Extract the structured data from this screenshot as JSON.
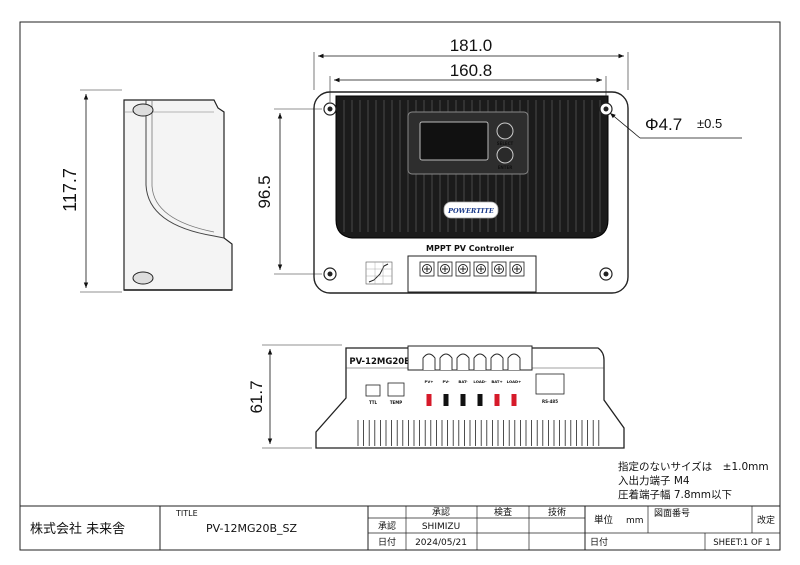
{
  "dimensions": {
    "overall_width": "181.0",
    "hole_pitch_width": "160.8",
    "hole_diameter": "Φ4.7",
    "hole_tolerance": "±0.5",
    "overall_height": "117.7",
    "hole_pitch_height": "96.5",
    "side_height": "61.7"
  },
  "front_view": {
    "brand": "POWERTITE",
    "panel_label": "MPPT PV Controller",
    "button_top": "SELECT",
    "button_bottom": "ENTER"
  },
  "bottom_view": {
    "model_label": "PV-12MG20B",
    "terminal_labels": [
      "PV+",
      "PV-",
      "BAT-",
      "LOAD-",
      "BAT+",
      "LOAD+"
    ],
    "port_ttl": "TTL",
    "port_temp": "TEMP",
    "port_rs485": "RS-485"
  },
  "notes": {
    "tolerance_note": "指定のないサイズは　±1.0mm",
    "terminal_note": "入出力端子 M4",
    "crimp_note": "圧着端子幅 7.8mm以下"
  },
  "title_block": {
    "company": "株式会社 未来舎",
    "title_label": "TITLE",
    "title_value": "PV-12MG20B_SZ",
    "approval_header": "承認",
    "inspect_header": "検査",
    "engineer_header": "技術",
    "approval_row_label": "承認",
    "approver": "SHIMIZU",
    "date_row_label": "日付",
    "date_value": "2024/05/21",
    "unit_label": "単位",
    "unit_value": "mm",
    "drawing_no_label": "図面番号",
    "revision_label": "改定",
    "date_label": "日付",
    "sheet": "SHEET:1 OF 1"
  }
}
